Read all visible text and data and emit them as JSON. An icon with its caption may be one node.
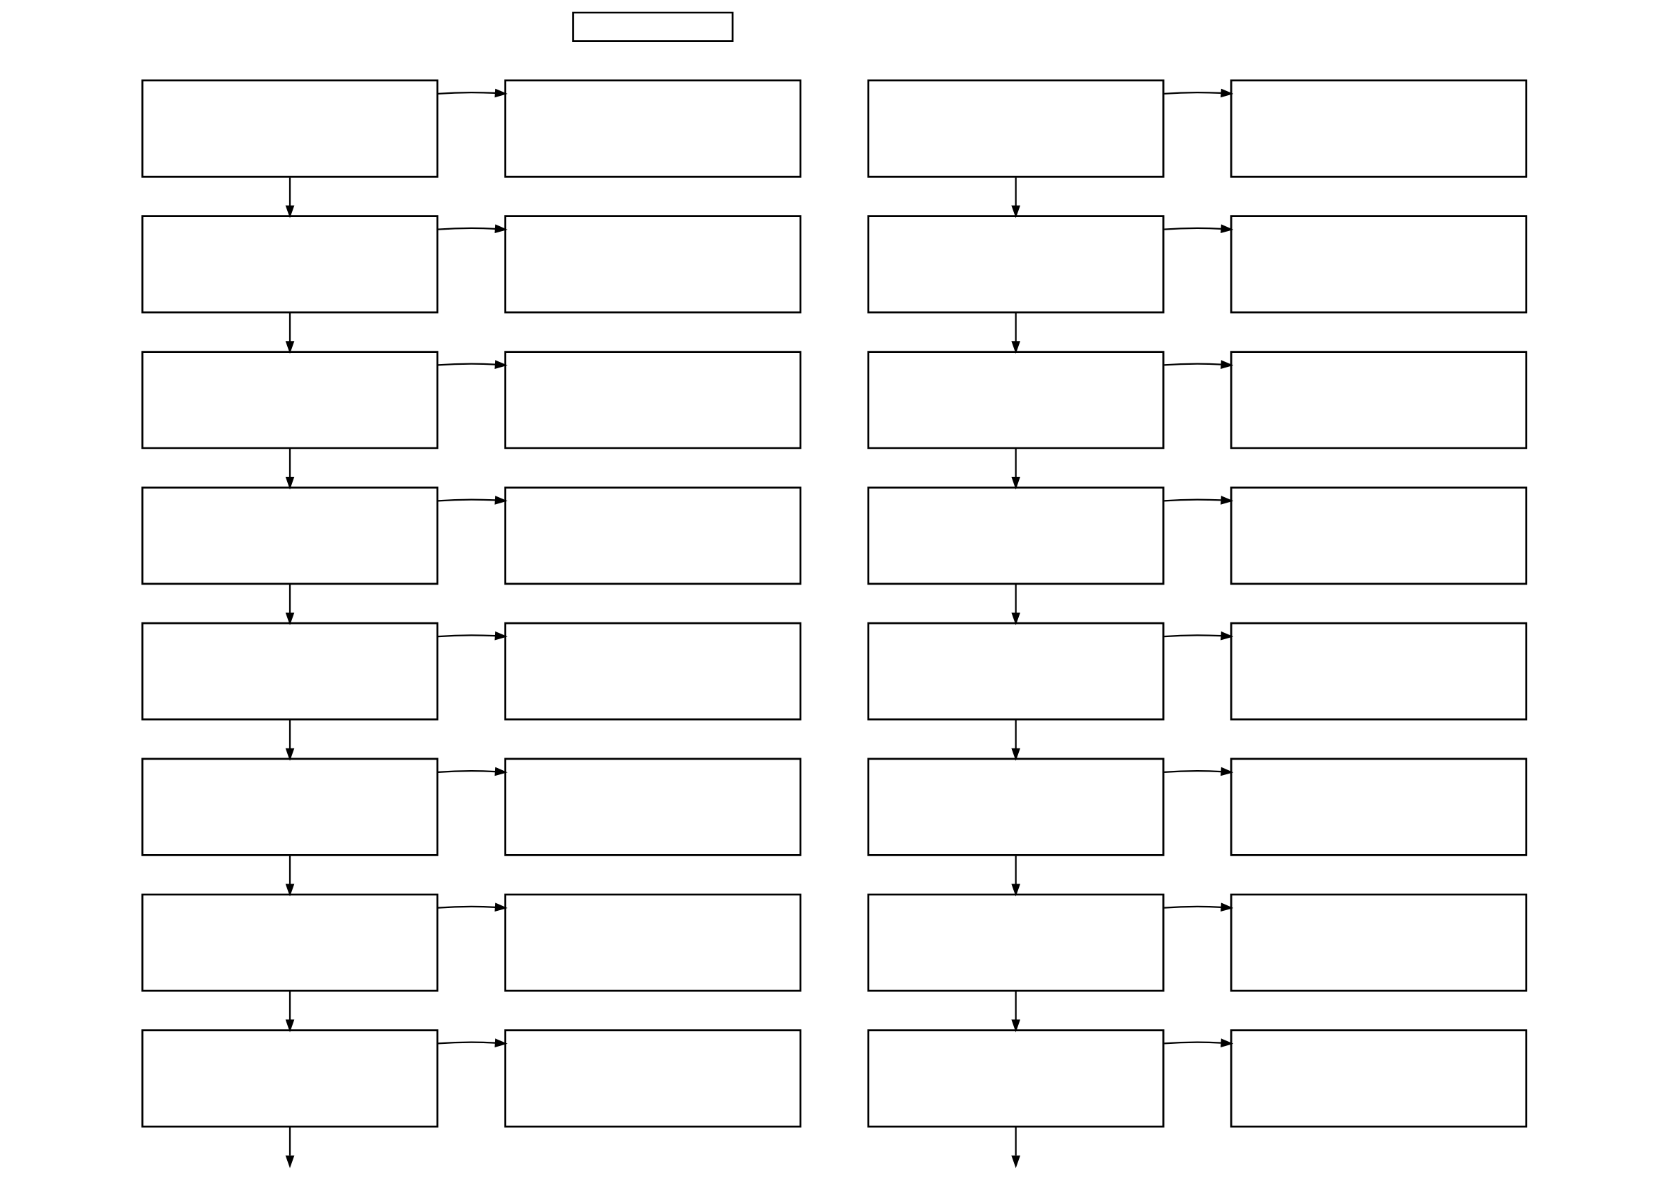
{
  "diagram": {
    "nodes": [
      {
        "text": [],
        "shape": "box"
      },
      {
        "text": [],
        "shape": "box"
      },
      {
        "text": [],
        "shape": "box"
      },
      {
        "text": [],
        "shape": "box"
      },
      {
        "text": [],
        "shape": "box"
      },
      {
        "text": [],
        "shape": "box"
      },
      {
        "text": [],
        "shape": "box"
      },
      {
        "text": [],
        "shape": "box"
      },
      {
        "text": [],
        "shape": "box"
      },
      {
        "text": [],
        "shape": "box"
      },
      {
        "text": [],
        "shape": "box"
      },
      {
        "text": [],
        "shape": "box"
      },
      {
        "text": [],
        "shape": "box"
      },
      {
        "text": [],
        "shape": "box"
      },
      {
        "text": [],
        "shape": "box"
      },
      {
        "text": [],
        "shape": "box"
      },
      {
        "text": [],
        "shape": "box"
      },
      {
        "text": [],
        "shape": "box"
      },
      {
        "text": [],
        "shape": "box"
      },
      {
        "text": [],
        "shape": "box"
      },
      {
        "text": [],
        "shape": "box"
      },
      {
        "text": [],
        "shape": "box"
      },
      {
        "text": [],
        "shape": "box"
      },
      {
        "text": [],
        "shape": "box"
      },
      {
        "text": [],
        "shape": "box"
      },
      {
        "text": [],
        "shape": "box"
      },
      {
        "text": [],
        "shape": "box"
      },
      {
        "text": [],
        "shape": "box"
      },
      {
        "text": [],
        "shape": "box"
      },
      {
        "text": [],
        "shape": "box"
      },
      {
        "text": [],
        "shape": "box"
      },
      {
        "text": [],
        "shape": "box"
      },
      {
        "text": [],
        "shape": "box"
      }
    ],
    "edges": [
      {
        "from": 1,
        "to": 2,
        "arrow": "to"
      },
      {
        "from": 1,
        "to": 3,
        "arrow": "to"
      },
      {
        "from": 3,
        "to": 4,
        "arrow": "to"
      },
      {
        "from": 3,
        "to": 5,
        "arrow": "to"
      },
      {
        "from": 5,
        "to": 6,
        "arrow": "to"
      },
      {
        "from": 5,
        "to": 7,
        "arrow": "to"
      },
      {
        "from": 7,
        "to": 8,
        "arrow": "to"
      },
      {
        "from": 7,
        "to": 9,
        "arrow": "to"
      },
      {
        "from": 9,
        "to": 10,
        "arrow": "to"
      },
      {
        "from": 9,
        "to": 11,
        "arrow": "to"
      },
      {
        "from": 11,
        "to": 12,
        "arrow": "to"
      },
      {
        "from": 11,
        "to": 13,
        "arrow": "to"
      },
      {
        "from": 13,
        "to": 14,
        "arrow": "to"
      },
      {
        "from": 13,
        "to": 15,
        "arrow": "to"
      },
      {
        "from": 15,
        "to": 16,
        "arrow": "to"
      },
      {
        "from": 15,
        "to": null,
        "arrow": "to"
      },
      {
        "from": 17,
        "to": 18,
        "arrow": "to"
      },
      {
        "from": 17,
        "to": 19,
        "arrow": "to"
      },
      {
        "from": 19,
        "to": 20,
        "arrow": "to"
      },
      {
        "from": 19,
        "to": 21,
        "arrow": "to"
      },
      {
        "from": 21,
        "to": 22,
        "arrow": "to"
      },
      {
        "from": 21,
        "to": 23,
        "arrow": "to"
      },
      {
        "from": 23,
        "to": 24,
        "arrow": "to"
      },
      {
        "from": 23,
        "to": 25,
        "arrow": "to"
      },
      {
        "from": 25,
        "to": 26,
        "arrow": "to"
      },
      {
        "from": 25,
        "to": 27,
        "arrow": "to"
      },
      {
        "from": 27,
        "to": 28,
        "arrow": "to"
      },
      {
        "from": 27,
        "to": 29,
        "arrow": "to"
      },
      {
        "from": 29,
        "to": 30,
        "arrow": "to"
      },
      {
        "from": 29,
        "to": 31,
        "arrow": "to"
      },
      {
        "from": 31,
        "to": 32,
        "arrow": "to"
      },
      {
        "from": 31,
        "to": null,
        "arrow": "to"
      }
    ]
  }
}
